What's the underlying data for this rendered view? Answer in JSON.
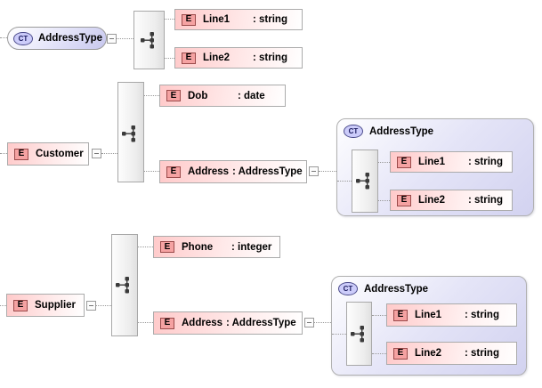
{
  "diagram": {
    "kind": "xml-schema-diagram",
    "colors": {
      "element_fill": "#ffcaca",
      "element_badge_fill": "#f5a2a2",
      "element_badge_border": "#9a4a4a",
      "complextype_fill": "#c7c7ee",
      "complextype_badge_fill": "#ccccfa",
      "complextype_badge_border": "#4a4a8a",
      "connector": "#999999",
      "box_border": "#ababab"
    },
    "groups": {
      "addressType": {
        "root": {
          "badge": "CT",
          "label": "AddressType"
        },
        "items": [
          {
            "badge": "E",
            "name": "Line1",
            "type": ": string"
          },
          {
            "badge": "E",
            "name": "Line2",
            "type": ": string"
          }
        ]
      },
      "customer": {
        "root": {
          "badge": "E",
          "label": "Customer"
        },
        "items": [
          {
            "badge": "E",
            "name": "Dob",
            "type": ": date"
          },
          {
            "badge": "E",
            "name": "Address",
            "type": ": AddressType"
          }
        ],
        "expanded": {
          "badge": "CT",
          "title": "AddressType",
          "items": [
            {
              "badge": "E",
              "name": "Line1",
              "type": ": string"
            },
            {
              "badge": "E",
              "name": "Line2",
              "type": ": string"
            }
          ]
        }
      },
      "supplier": {
        "root": {
          "badge": "E",
          "label": "Supplier"
        },
        "items": [
          {
            "badge": "E",
            "name": "Phone",
            "type": ": integer"
          },
          {
            "badge": "E",
            "name": "Address",
            "type": ": AddressType"
          }
        ],
        "expanded": {
          "badge": "CT",
          "title": "AddressType",
          "items": [
            {
              "badge": "E",
              "name": "Line1",
              "type": ": string"
            },
            {
              "badge": "E",
              "name": "Line2",
              "type": ": string"
            }
          ]
        }
      }
    }
  }
}
